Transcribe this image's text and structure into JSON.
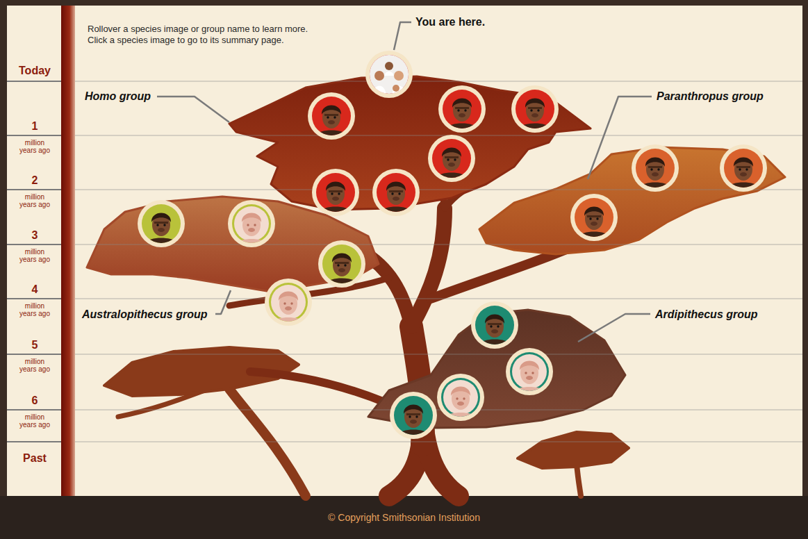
{
  "diagram": {
    "labels": [
      "Rollover a species image or group name to learn more.",
      "Click a species image to go to its summary page.",
      "You are here.",
      "Homo group",
      "Paranthropus group",
      "Today",
      "1",
      "million years ago",
      "2",
      "million years ago",
      "3",
      "million years ago",
      "4",
      "million years ago",
      "Australopithecus group",
      "Ardipithecus group",
      "5",
      "million years ago",
      "6",
      "million years ago",
      "Past",
      "© Copyright Smithsonian Institution"
    ]
  }
}
